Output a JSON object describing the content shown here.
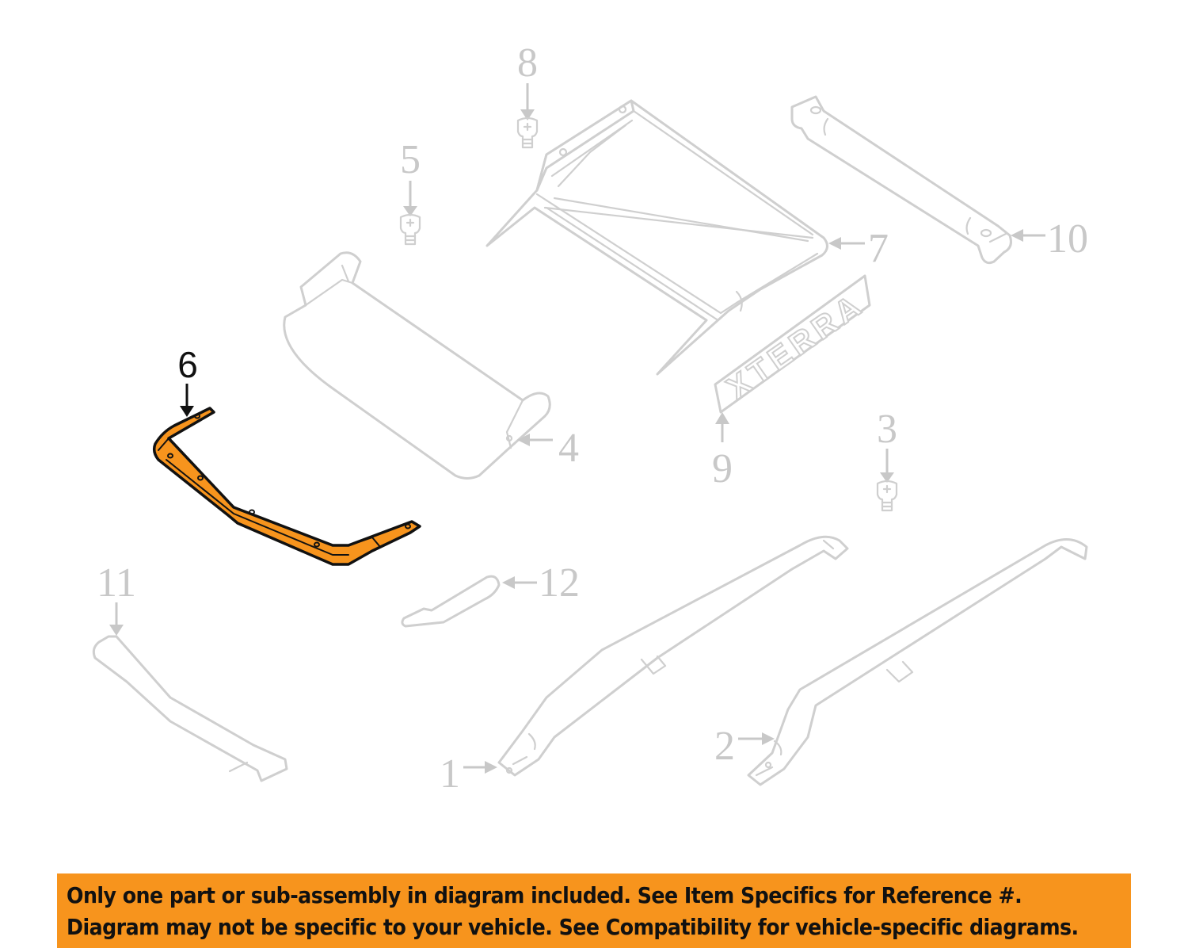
{
  "diagram": {
    "highlighted_part": "6",
    "highlight_color": "#f7941d",
    "part_color": "#cfcfcf",
    "label_color": "#c8c8c8",
    "callouts": [
      {
        "id": "1",
        "label": "1"
      },
      {
        "id": "2",
        "label": "2"
      },
      {
        "id": "3",
        "label": "3"
      },
      {
        "id": "4",
        "label": "4"
      },
      {
        "id": "5",
        "label": "5"
      },
      {
        "id": "6",
        "label": "6"
      },
      {
        "id": "7",
        "label": "7"
      },
      {
        "id": "8",
        "label": "8"
      },
      {
        "id": "9",
        "label": "9"
      },
      {
        "id": "10",
        "label": "10"
      },
      {
        "id": "11",
        "label": "11"
      },
      {
        "id": "12",
        "label": "12"
      }
    ],
    "emblem_text": "XTERRA"
  },
  "banner": {
    "background": "#f7941d",
    "line1": "Only one part or sub-assembly in diagram included. See Item Specifics for Reference #.",
    "line2": "Diagram may not be specific to your vehicle. See Compatibility for vehicle-specific diagrams."
  }
}
